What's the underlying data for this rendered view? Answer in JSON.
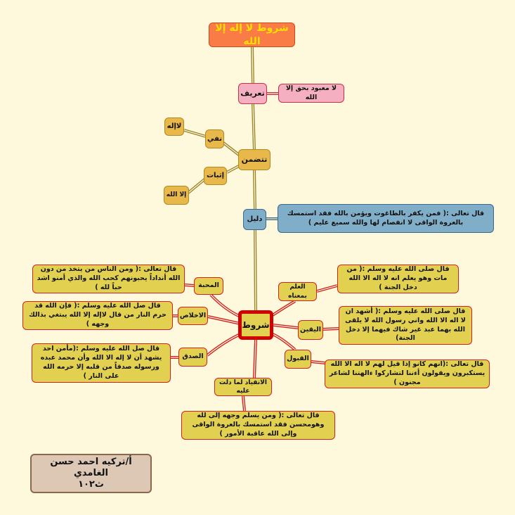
{
  "title": "شروط لا إله إلا الله",
  "definition": {
    "label": "تعريف",
    "text": "لا معبود بحق إلا الله"
  },
  "includes": {
    "label": "تتضمن",
    "negation": "نفي",
    "negation_text": "لاإله",
    "affirmation": "إثبات",
    "affirmation_text": "إلا الله"
  },
  "evidence": {
    "label": "دليل",
    "text": "قال تعالى :( فمن يكفر بالطاغوت ويؤمن بالله فقد استمسك بالعروة الواقى لا انفصام لها والله سميع عليم )"
  },
  "conditions": {
    "label": "شروط",
    "items": [
      {
        "label": "المحبة",
        "text": "قال تعالى :( ومن الناس من يتخذ من دون الله أنداداً يحبونهم كحب الله والذي أمنو اشد حباً لله )"
      },
      {
        "label": "الاخلاص",
        "text": "قال صل الله عليه وسلم :( فإن الله قد حرم النار من قال لاإله إلا الله يبتغي بذالك وجهه )"
      },
      {
        "label": "الصدق",
        "text": "قال صل الله عليه وسلم :(مأمن احد يشهد أن لا إله الا الله وأن محمد عبده ورسوله صدقاً من قلبه إلا حرمه الله على النار )"
      },
      {
        "label": "العلم بمعناه",
        "text": "قال صلى الله عليه وسلم :( من مات وهو يعلم انه لا اله الا الله دخل الجنة )"
      },
      {
        "label": "اليقين",
        "text": "قال صلى الله عليه وسلم :( أشهد ان لا اله الا الله واني رسول الله لا يلقى الله بهما عبد غير شاك فيهما إلا دخل الجنة)"
      },
      {
        "label": "القبول",
        "text": "قال تعالى :(انهم كانو إذا قيل لهم لا اله الا الله يستكبرون ويقولون أءننا لتشاركوا ءالهتنا لشاعر مجنون )"
      },
      {
        "label": "الانقياد لما دلت عليه",
        "text": "قال تعالى :( ومن يسلم وجهه إلى لله وهومحسن فقد استمسك بالعروة الواقى وإلى الله عاقبة الأمور )"
      }
    ]
  },
  "author": {
    "name": "أ/تركيه احمد حسن الغامدي",
    "class": "ث١٠٢"
  }
}
